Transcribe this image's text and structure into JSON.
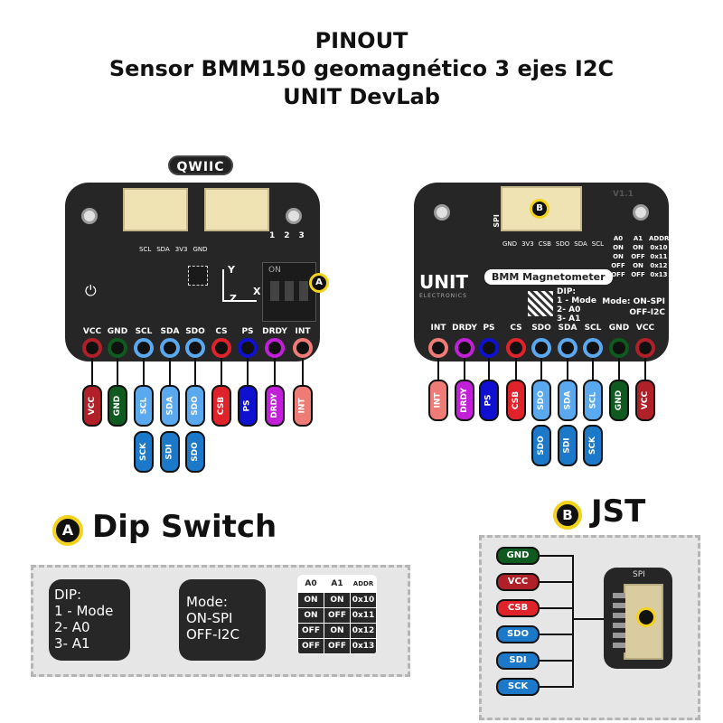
{
  "title": {
    "line1": "PINOUT",
    "line2": "Sensor BMM150 geomagnético 3 ejes  I2C",
    "line3": "UNIT DevLab"
  },
  "logo": "QWIIC",
  "colors": {
    "VCC": "#b02028",
    "GND": "#0f5a1e",
    "SCL": "#5aa9ef",
    "SDA": "#5aa9ef",
    "SDO": "#5aa9ef",
    "CS": "#e0232b",
    "CSB": "#e0232b",
    "PS": "#1010d0",
    "DRDY": "#c21fd8",
    "INT": "#ef7b76",
    "SPI": "#1c78c8",
    "accent": "#f2d21b"
  },
  "front_board": {
    "connector_label": "QWIIC",
    "connector_pins": [
      "SCL",
      "SDA",
      "3V3",
      "GND"
    ],
    "axes": [
      "Y",
      "Z",
      "X"
    ],
    "dip_label": "ON",
    "dip_numbers": [
      "1",
      "2",
      "3"
    ],
    "marker": "A",
    "pins": [
      "VCC",
      "GND",
      "SCL",
      "SDA",
      "SDO",
      "CS",
      "PS",
      "DRDY",
      "INT"
    ],
    "labels_row1": [
      "VCC",
      "GND",
      "SCL",
      "SDA",
      "SDO",
      "CSB",
      "PS",
      "DRDY",
      "INT"
    ],
    "labels_row2": [
      "SCK",
      "SDI",
      "SDO"
    ]
  },
  "back_board": {
    "connector_label": "SPI",
    "connector_pins": [
      "GND",
      "3V3",
      "CSB",
      "SDO",
      "SDA",
      "SCL"
    ],
    "marker": "B",
    "brand": "UNIT",
    "brand_sub": "ELECTRONICS",
    "name": "BMM Magnetometer",
    "dip_text": [
      "DIP:",
      "1 - Mode",
      "2- A0",
      "3- A1"
    ],
    "mode_text": [
      "Mode: ON-SPI",
      "OFF-I2C"
    ],
    "version": "V1.1",
    "pins": [
      "INT",
      "DRDY",
      "PS",
      "CS",
      "SDO",
      "SDA",
      "SCL",
      "GND",
      "VCC"
    ],
    "labels_row1": [
      "INT",
      "DRDY",
      "PS",
      "CSB",
      "SDO",
      "SDA",
      "SCL",
      "GND",
      "VCC"
    ],
    "labels_row2": [
      "SDO",
      "SDI",
      "SCK"
    ]
  },
  "dip_section": {
    "marker": "A",
    "title": "Dip Switch",
    "dip_box": [
      "DIP:",
      "1 - Mode",
      "2- A0",
      "3- A1"
    ],
    "mode_box": [
      "Mode:",
      "ON-SPI",
      "OFF-I2C"
    ],
    "table": {
      "headers": [
        "A0",
        "A1",
        "ADDR"
      ],
      "rows": [
        [
          "ON",
          "ON",
          "0x10"
        ],
        [
          "ON",
          "OFF",
          "0x11"
        ],
        [
          "OFF",
          "ON",
          "0x12"
        ],
        [
          "OFF",
          "OFF",
          "0x13"
        ]
      ]
    }
  },
  "jst_section": {
    "marker": "B",
    "title": "JST",
    "connector_label": "SPI",
    "pins": [
      "GND",
      "VCC",
      "CSB",
      "SDO",
      "SDI",
      "SCK"
    ]
  }
}
